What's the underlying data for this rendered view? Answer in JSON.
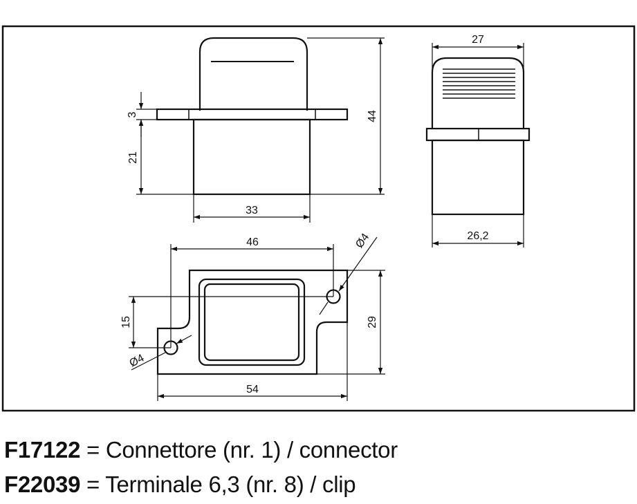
{
  "dimensions": {
    "front_flange_thickness": "3",
    "front_lower_height": "21",
    "front_total_height": "44",
    "front_lower_width": "33",
    "side_top_width": "27",
    "side_bottom_width": "26,2",
    "top_hole_spacing": "46",
    "top_hole_diameter_right": "Ø4",
    "top_hole_diameter_left": "Ø4",
    "top_hole_offset": "15",
    "top_height": "29",
    "top_total_width": "54"
  },
  "legend": [
    {
      "code": "F17122",
      "separator": " = ",
      "text": "Connettore (nr. 1) / connector"
    },
    {
      "code": "F22039",
      "separator": " = ",
      "text": "Terminale 6,3 (nr. 8) / clip"
    }
  ]
}
